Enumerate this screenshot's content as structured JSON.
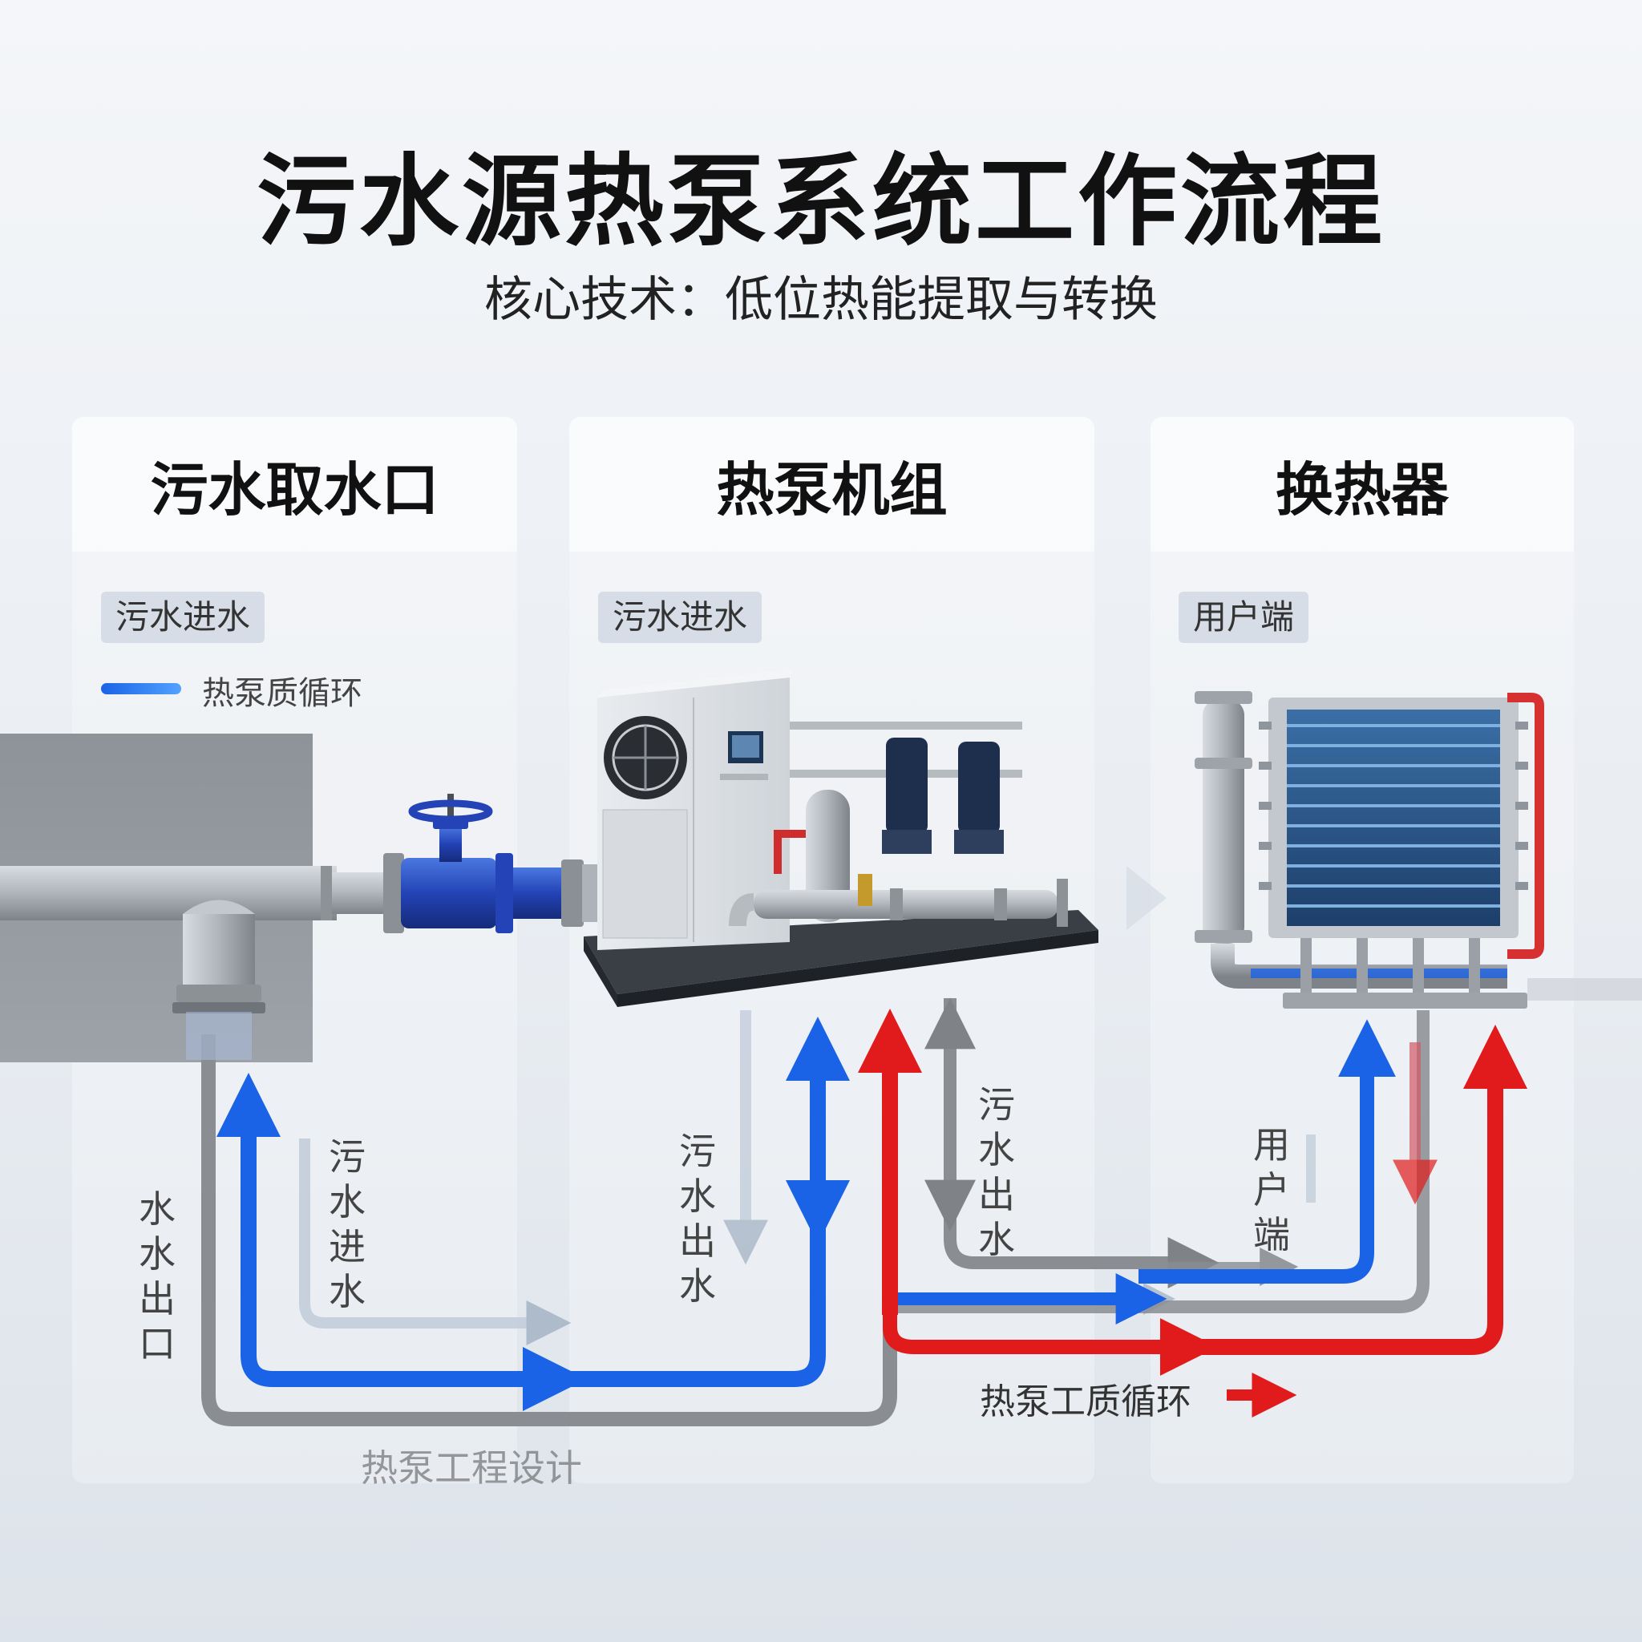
{
  "title": "污水源热泵系统工作流程",
  "subtitle": "核心技术：低位热能提取与转换",
  "panels": [
    {
      "heading": "污水取水口",
      "chip": "污水进水"
    },
    {
      "heading": "热泵机组",
      "chip": "污水进水"
    },
    {
      "heading": "换热器",
      "chip": "用户端"
    }
  ],
  "legend": {
    "label": "热泵质循环"
  },
  "labels": {
    "water_outlet": "水水出口",
    "sewage_in": "污水进水",
    "sewage_out_1": "污水出水",
    "sewage_out_2": "污水出水",
    "user_side": "用户端",
    "working_fluid": "热泵工质循环"
  },
  "watermark": "热泵工程设计",
  "colors": {
    "blue": "#1a63e6",
    "red": "#e11b1b",
    "gray": "#8a8d92",
    "pipe": "#a7acb2",
    "valve": "#2343b6"
  }
}
